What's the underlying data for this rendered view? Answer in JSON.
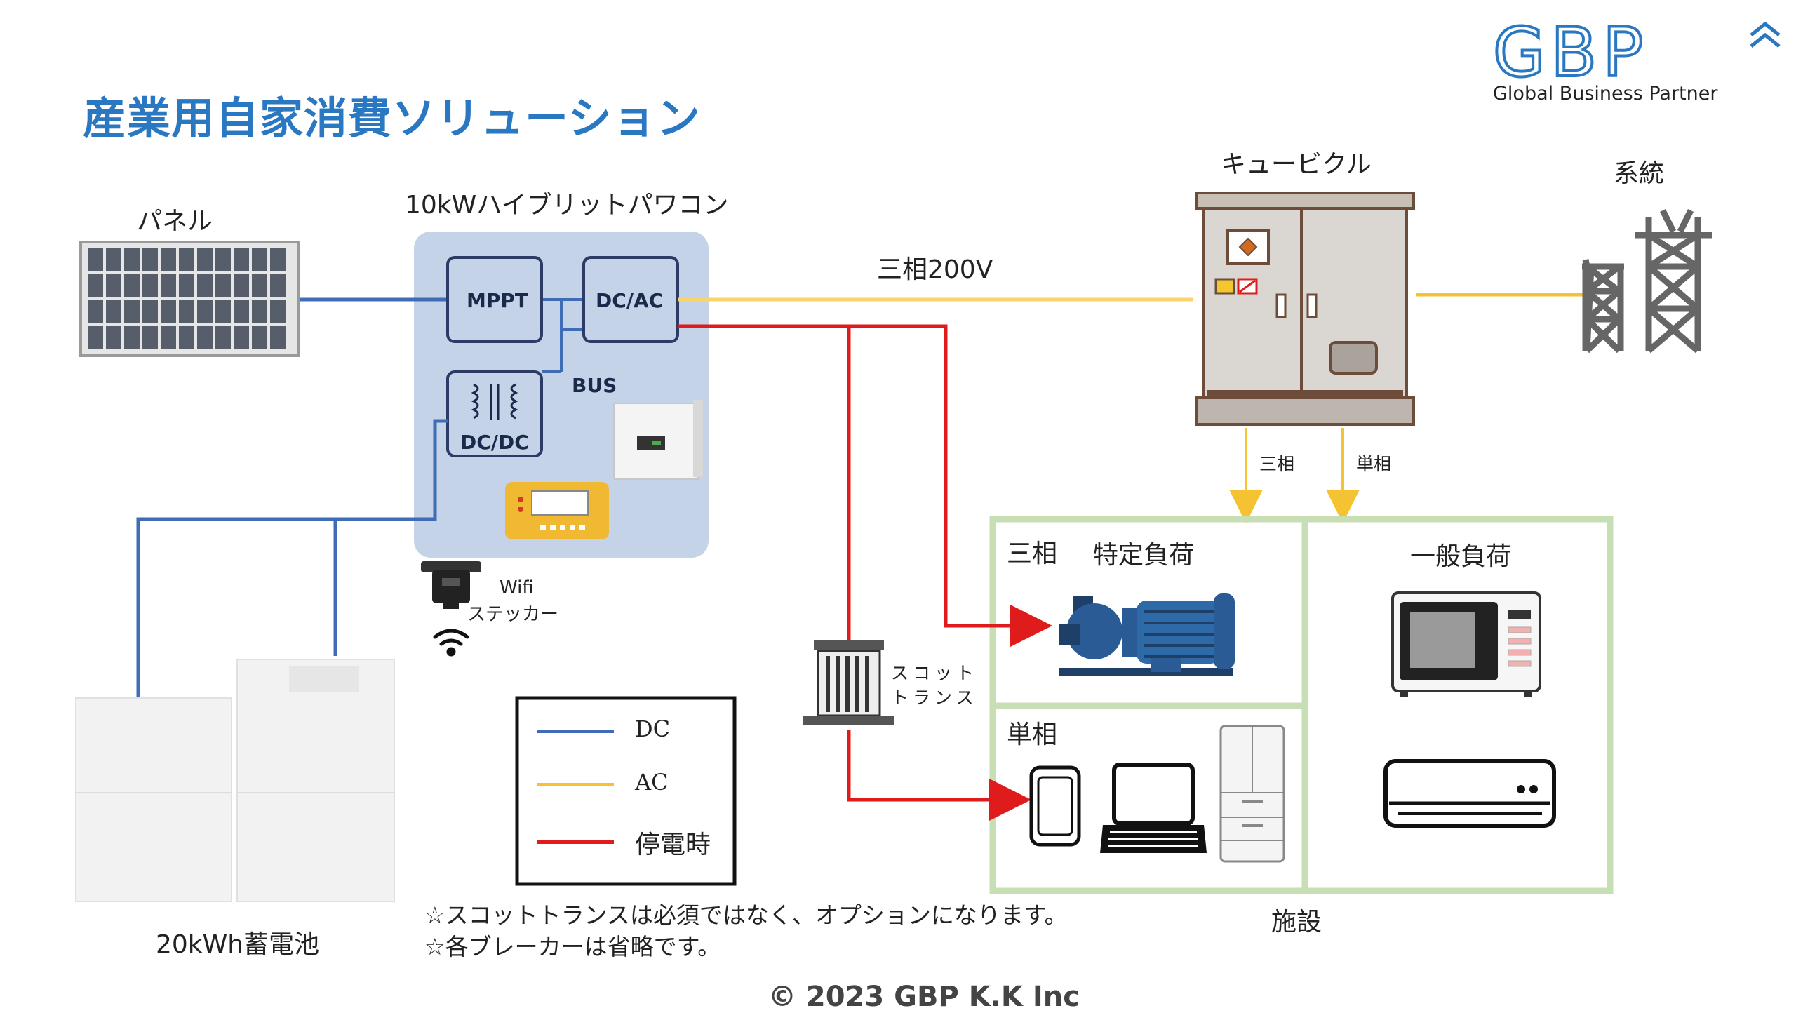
{
  "title": "産業用自家消費ソリューション",
  "logo": {
    "mark": "GBP",
    "tagline": "Global Business Partner"
  },
  "labels": {
    "panel": "パネル",
    "inverter": "10kWハイブリットパワコン",
    "mppt": "MPPT",
    "dcac": "DC/AC",
    "dcdc": "DC/DC",
    "bus": "BUS",
    "wifi": "Wifi",
    "sticker": "ステッカー",
    "three_phase_200v": "三相200V",
    "cubicle": "キュービクル",
    "grid": "系統",
    "three_phase": "三相",
    "single_phase": "単相",
    "specific_load": "特定負荷",
    "general_load": "一般負荷",
    "box_three_phase": "三相",
    "box_single_phase": "単相",
    "scott_line1": "スコット",
    "scott_line2": "トランス",
    "battery": "20kWh蓄電池",
    "facility": "施設"
  },
  "legend": [
    {
      "label": "DC",
      "color": "#3f6db5"
    },
    {
      "label": "AC",
      "color": "#f5c232"
    },
    {
      "label": "停電時",
      "color": "#e01b1b"
    }
  ],
  "notes": [
    "☆スコットトランスは必須ではなく、オプションになります。",
    "☆各ブレーカーは省略です。"
  ],
  "copyright": "© 2023 GBP K.K Inc",
  "colors": {
    "dc": "#3f6db5",
    "ac": "#f5c232",
    "outage": "#e01b1b",
    "accent": "#2a78c2",
    "facility_border": "#c8deb4",
    "inverter_bg": "#c5d3e9"
  }
}
